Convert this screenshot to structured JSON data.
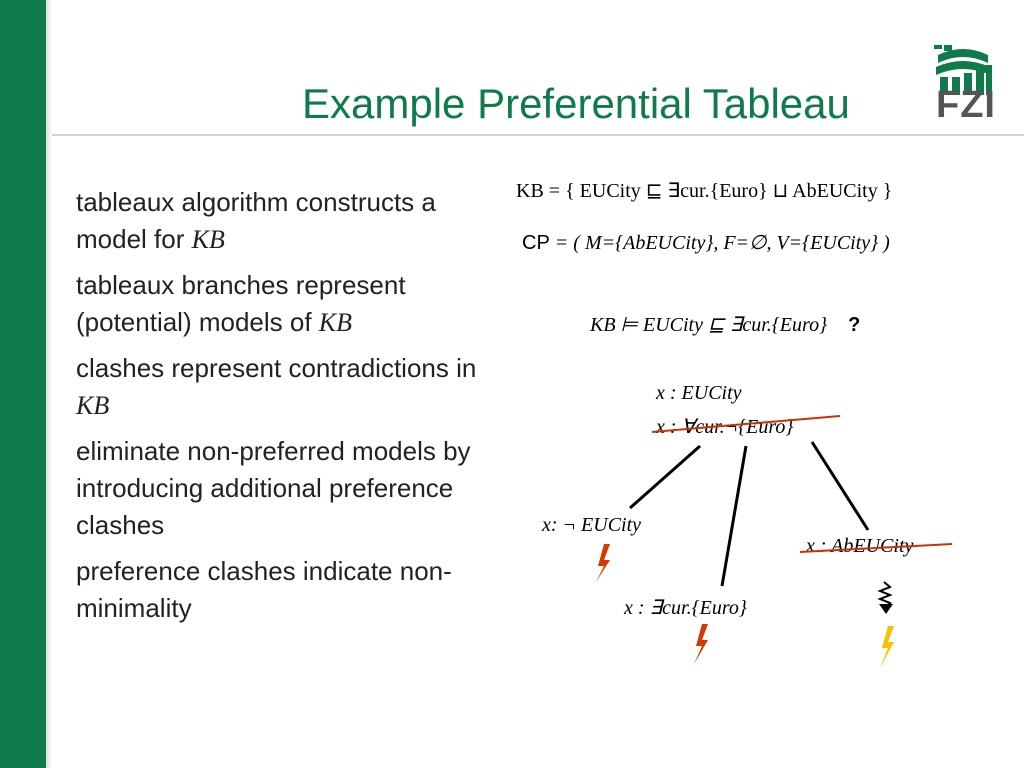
{
  "slide": {
    "title": "Example Preferential Tableau",
    "logo_text": "FZI"
  },
  "bullets": [
    {
      "text": "tableaux algorithm constructs a model for ",
      "math": "KB"
    },
    {
      "text": "tableaux branches represent (potential) models of ",
      "math": "KB"
    },
    {
      "text": "clashes represent contradictions in ",
      "math": "KB"
    },
    {
      "text": "eliminate non-preferred models by introducing additional preference clashes",
      "math": ""
    },
    {
      "text": "preference clashes indicate non-minimality",
      "math": ""
    }
  ],
  "formulas": {
    "kb": "KB = {  EUCity ⊑ ∃cur.{Euro} ⊔ AbEUCity   }",
    "cp_label": "CP",
    "cp_rest": " =  ( M={AbEUCity}, F=∅, V={EUCity} )",
    "query": "KB  ⊨ EUCity ⊑ ∃cur.{Euro}",
    "query_mark": "?"
  },
  "tree": {
    "root_line1": "x : EUCity",
    "root_line2": "x : ∀cur.¬{Euro}",
    "left": "x: ¬ EUCity",
    "middle": "x : ∃cur.{Euro}",
    "right": "x : AbEUCity"
  },
  "colors": {
    "brand_green": "#0f7a4a",
    "strike_red": "#cc3300",
    "clash_red": "#d43a00",
    "pref_clash_yellow": "#f5c400"
  }
}
